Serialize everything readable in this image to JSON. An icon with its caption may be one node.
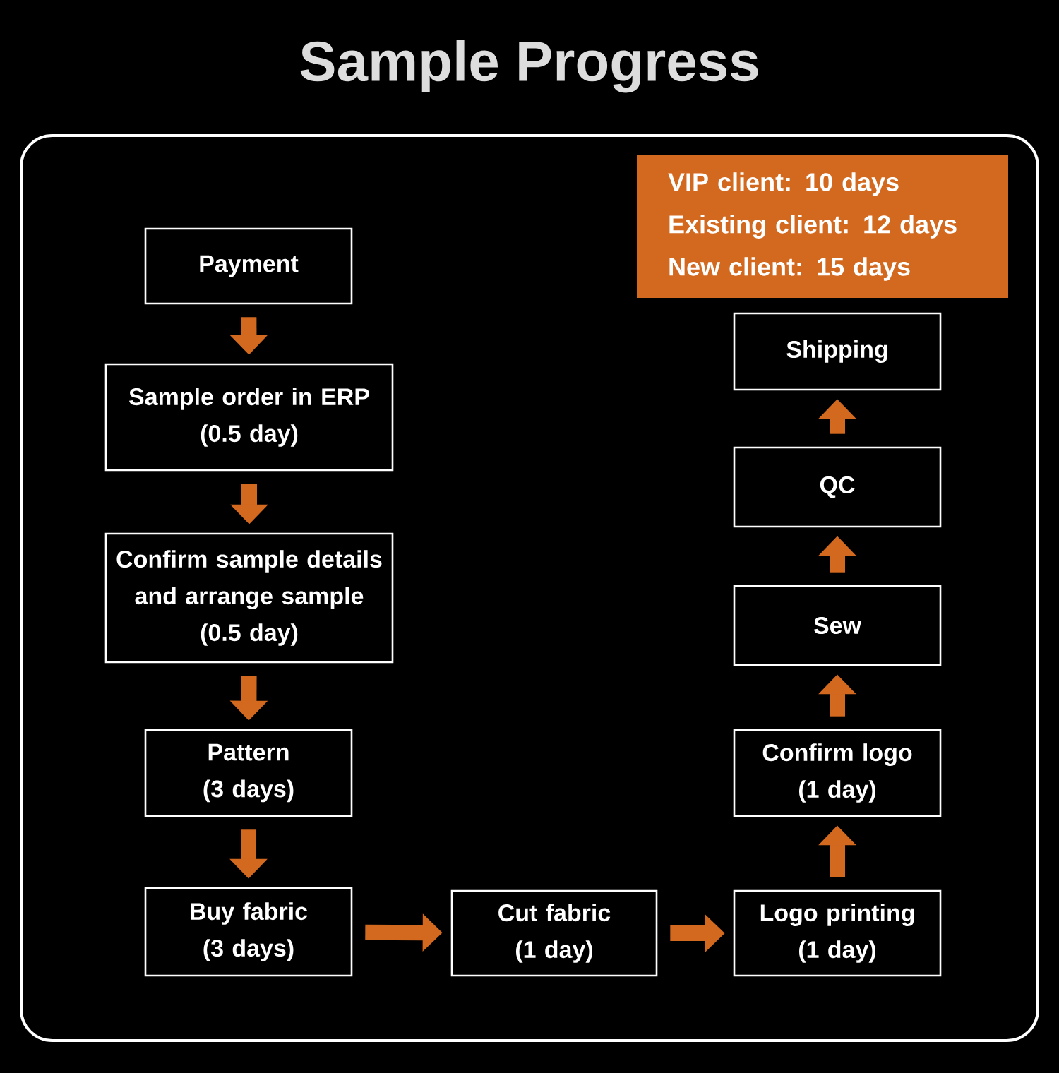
{
  "diagram": {
    "title": "Sample Progress",
    "nodes": [
      {
        "text": [
          "Payment"
        ]
      },
      {
        "text": [
          "Sample order in ERP",
          "(0.5 day)"
        ]
      },
      {
        "text": [
          "Confirm sample details and arrange sample",
          "(0.5 day)"
        ]
      },
      {
        "text": [
          "Pattern",
          "(3 days)"
        ]
      },
      {
        "text": [
          "Buy fabric",
          "(3 days)"
        ]
      },
      {
        "text": [
          "Cut fabric",
          "(1 day)"
        ]
      },
      {
        "text": [
          "Logo printing",
          "(1 day)"
        ]
      },
      {
        "text": [
          "Confirm logo",
          "(1 day)"
        ]
      },
      {
        "text": [
          "Sew"
        ]
      },
      {
        "text": [
          "QC"
        ]
      },
      {
        "text": [
          "Shipping"
        ]
      },
      {
        "text": [
          "VIP client: 10 days",
          "Existing client: 12 days",
          "New client: 15 days"
        ]
      }
    ],
    "edges": [
      {
        "from": 0,
        "to": 1,
        "arrow": "to"
      },
      {
        "from": 1,
        "to": 2,
        "arrow": "to"
      },
      {
        "from": 2,
        "to": 3,
        "arrow": "to"
      },
      {
        "from": 3,
        "to": 4,
        "arrow": "to"
      },
      {
        "from": 4,
        "to": 5,
        "arrow": "to"
      },
      {
        "from": 5,
        "to": 6,
        "arrow": "to"
      },
      {
        "from": 6,
        "to": 7,
        "arrow": "to"
      },
      {
        "from": 7,
        "to": 8,
        "arrow": "to"
      },
      {
        "from": 8,
        "to": 9,
        "arrow": "to"
      },
      {
        "from": 9,
        "to": 10,
        "arrow": "to"
      }
    ]
  }
}
